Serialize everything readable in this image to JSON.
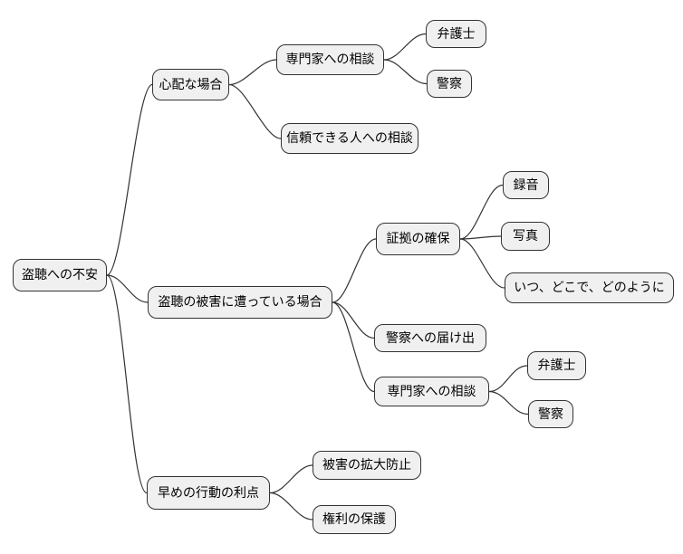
{
  "diagram": {
    "type": "mindmap",
    "orientation": "left-to-right",
    "colors": {
      "background": "#ffffff",
      "node_fill": "#f0f0f0",
      "node_border": "#333333",
      "edge": "#333333",
      "text": "#000000"
    },
    "root": {
      "id": "root",
      "label": "盗聴への不安",
      "children": [
        {
          "id": "a",
          "label": "心配な場合",
          "children": [
            {
              "id": "a1",
              "label": "専門家への相談",
              "children": [
                {
                  "id": "a1a",
                  "label": "弁護士",
                  "children": []
                },
                {
                  "id": "a1b",
                  "label": "警察",
                  "children": []
                }
              ]
            },
            {
              "id": "a2",
              "label": "信頼できる人への相談",
              "children": []
            }
          ]
        },
        {
          "id": "b",
          "label": "盗聴の被害に遭っている場合",
          "children": [
            {
              "id": "b1",
              "label": "証拠の確保",
              "children": [
                {
                  "id": "b1a",
                  "label": "録音",
                  "children": []
                },
                {
                  "id": "b1b",
                  "label": "写真",
                  "children": []
                },
                {
                  "id": "b1c",
                  "label": "いつ、どこで、どのように",
                  "children": []
                }
              ]
            },
            {
              "id": "b2",
              "label": "警察への届け出",
              "children": []
            },
            {
              "id": "b3",
              "label": "専門家への相談",
              "children": [
                {
                  "id": "b3a",
                  "label": "弁護士",
                  "children": []
                },
                {
                  "id": "b3b",
                  "label": "警察",
                  "children": []
                }
              ]
            }
          ]
        },
        {
          "id": "c",
          "label": "早めの行動の利点",
          "children": [
            {
              "id": "c1",
              "label": "被害の拡大防止",
              "children": []
            },
            {
              "id": "c2",
              "label": "権利の保護",
              "children": []
            }
          ]
        }
      ]
    }
  }
}
